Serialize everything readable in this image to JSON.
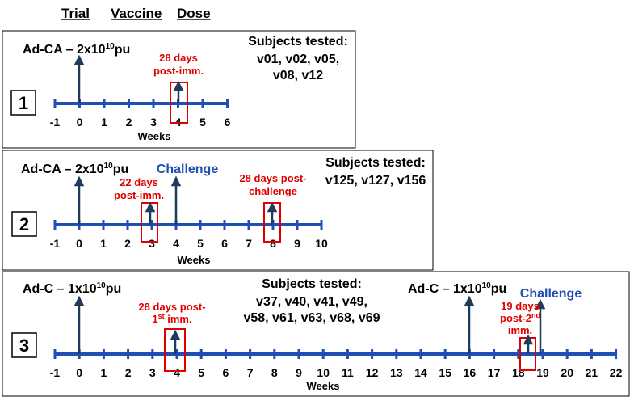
{
  "header": {
    "trial": "Trial",
    "vaccine": "Vaccine",
    "dose": "Dose"
  },
  "colors": {
    "axis": "#1f4fb4",
    "arrow": "#1f3b5c",
    "highlight": "#e00000",
    "challenge": "#1f4fb4"
  },
  "panels": [
    {
      "number": "1",
      "dose_label": "Ad-CA – 2x10",
      "dose_exp": "10",
      "dose_unit": "pu",
      "subjects_title": "Subjects tested:",
      "subjects_lines": [
        "v01, v02, v05,",
        "v08, v12"
      ],
      "ticks": [
        "-1",
        "0",
        "1",
        "2",
        "3",
        "4",
        "5",
        "6"
      ],
      "axis_label": "Weeks",
      "annotations": [
        {
          "lines": [
            "28 days",
            "post-imm."
          ],
          "week": 4
        }
      ]
    },
    {
      "number": "2",
      "dose_label": "Ad-CA – 2x10",
      "dose_exp": "10",
      "dose_unit": "pu",
      "challenge_label": "Challenge",
      "subjects_title": "Subjects tested:",
      "subjects_lines": [
        "v125, v127, v156"
      ],
      "ticks": [
        "-1",
        "0",
        "1",
        "2",
        "3",
        "4",
        "5",
        "6",
        "7",
        "8",
        "9",
        "10"
      ],
      "axis_label": "Weeks",
      "annotations": [
        {
          "lines": [
            "22 days",
            "post-imm."
          ],
          "week": 3
        },
        {
          "lines": [
            "28 days post-",
            "challenge"
          ],
          "week": 8
        }
      ]
    },
    {
      "number": "3",
      "dose_label": "Ad-C – 1x10",
      "dose_exp": "10",
      "dose_unit": "pu",
      "dose2_label": "Ad-C – 1x10",
      "dose2_exp": "10",
      "dose2_unit": "pu",
      "challenge_label": "Challenge",
      "subjects_title": "Subjects tested:",
      "subjects_lines": [
        "v37, v40, v41, v49,",
        "v58, v61, v63, v68, v69"
      ],
      "ticks": [
        "-1",
        "0",
        "1",
        "2",
        "3",
        "4",
        "5",
        "6",
        "7",
        "8",
        "9",
        "10",
        "11",
        "12",
        "13",
        "14",
        "15",
        "16",
        "17",
        "18",
        "19",
        "20",
        "21",
        "22"
      ],
      "axis_label": "Weeks",
      "annotations": [
        {
          "line1": "28 days post-",
          "line2_main": "1",
          "line2_sup": "st",
          "line2_rest": " imm.",
          "week": 4
        },
        {
          "line1": "19 days",
          "line2_main": "post-2",
          "line2_sup": "nd",
          "line3": "imm.",
          "week": 18.7
        }
      ]
    }
  ]
}
